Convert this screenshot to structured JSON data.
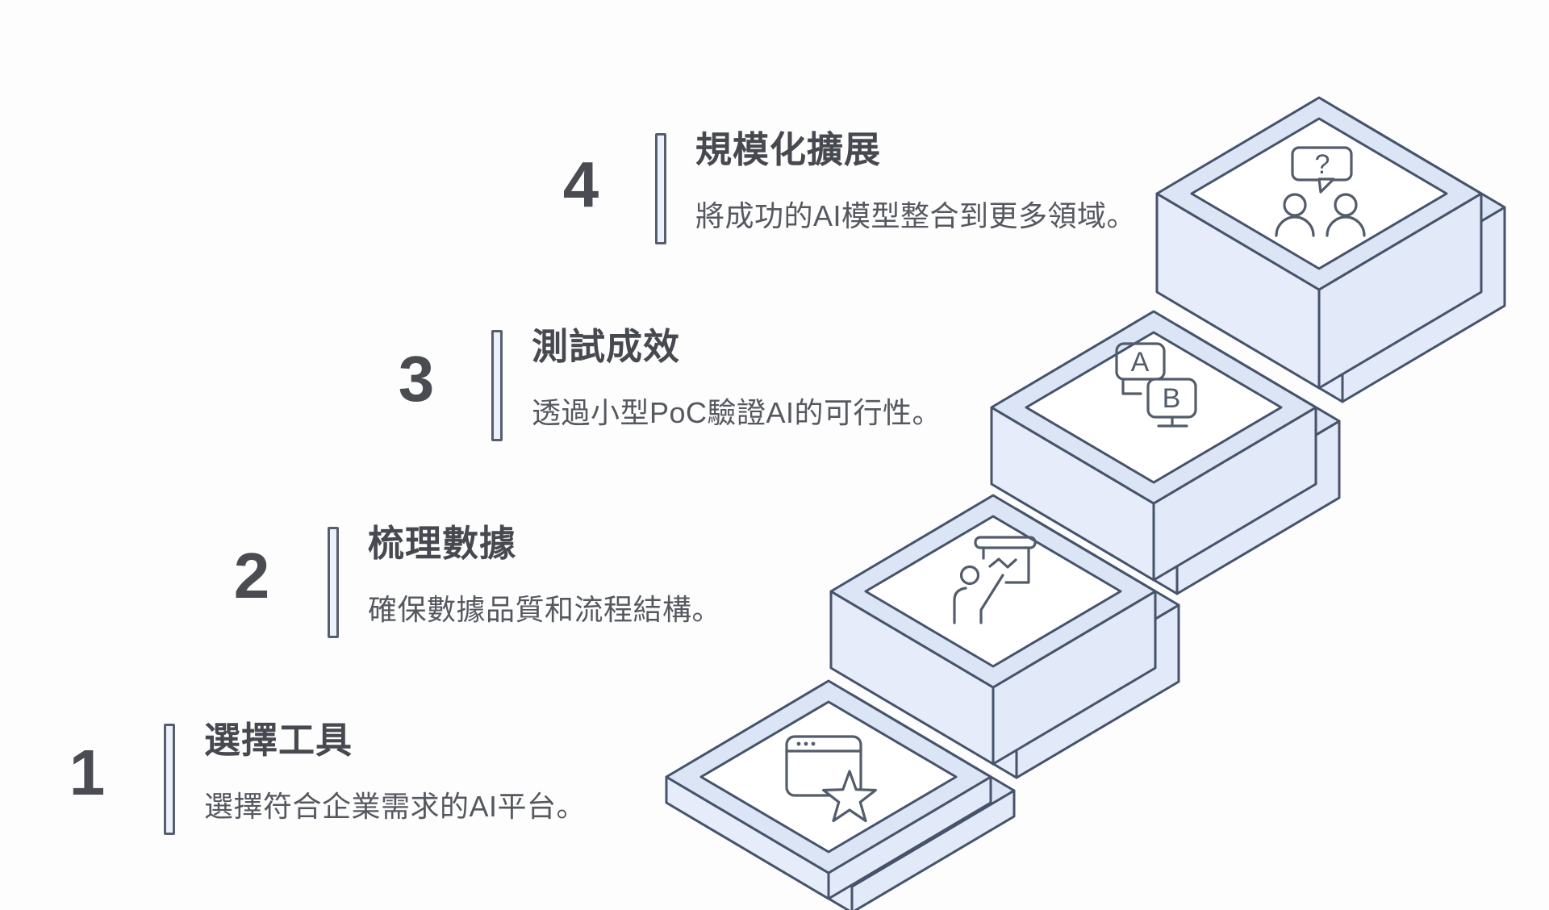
{
  "diagram": {
    "type": "staircase-process",
    "language": "zh-TW",
    "topic": "AI adoption steps"
  },
  "palette": {
    "background": "#fdfdfd",
    "face_top": "#dce5f6",
    "face_side": "#e6ecf9",
    "face_inner": "#ffffff",
    "outline": "#46536b",
    "icon_stroke": "#535c6b",
    "title_color": "#474950",
    "desc_color": "#55585f",
    "number_color": "#4a4c52",
    "bar_fill": "#edf1fb",
    "bar_border": "#565e6e"
  },
  "steps": [
    {
      "number": "1",
      "title": "選擇工具",
      "description": "選擇符合企業需求的AI平台。",
      "icon": "browser-star-icon"
    },
    {
      "number": "2",
      "title": "梳理數據",
      "description": "確保數據品質和流程結構。",
      "icon": "presentation-icon"
    },
    {
      "number": "3",
      "title": "測試成效",
      "description": "透過小型PoC驗證AI的可行性。",
      "icon": "ab-test-icon"
    },
    {
      "number": "4",
      "title": "規模化擴展",
      "description": "將成功的AI模型整合到更多領域。",
      "icon": "question-discussion-icon"
    }
  ],
  "icon_labels": {
    "ab_a": "A",
    "ab_b": "B",
    "question_mark": "?"
  }
}
